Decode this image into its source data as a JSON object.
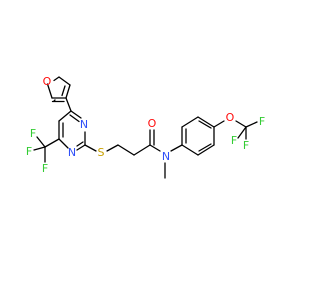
{
  "molecule": {
    "atoms": {
      "furan_O": "O",
      "pyr_N_upper": "N",
      "pyr_N_lower": "N",
      "thio_S": "S",
      "amide_O": "O",
      "amide_N": "N",
      "ether_O": "O",
      "cf3_left_F1": "F",
      "cf3_left_F2": "F",
      "cf3_left_F3": "F",
      "cf3_right_F1": "F",
      "cf3_right_F2": "F",
      "cf3_right_F3": "F"
    },
    "colors": {
      "carbon": "#000000",
      "oxygen": "#ff0d0d",
      "nitrogen": "#3050f8",
      "sulfur": "#c8a000",
      "fluorine": "#33cc33"
    }
  }
}
